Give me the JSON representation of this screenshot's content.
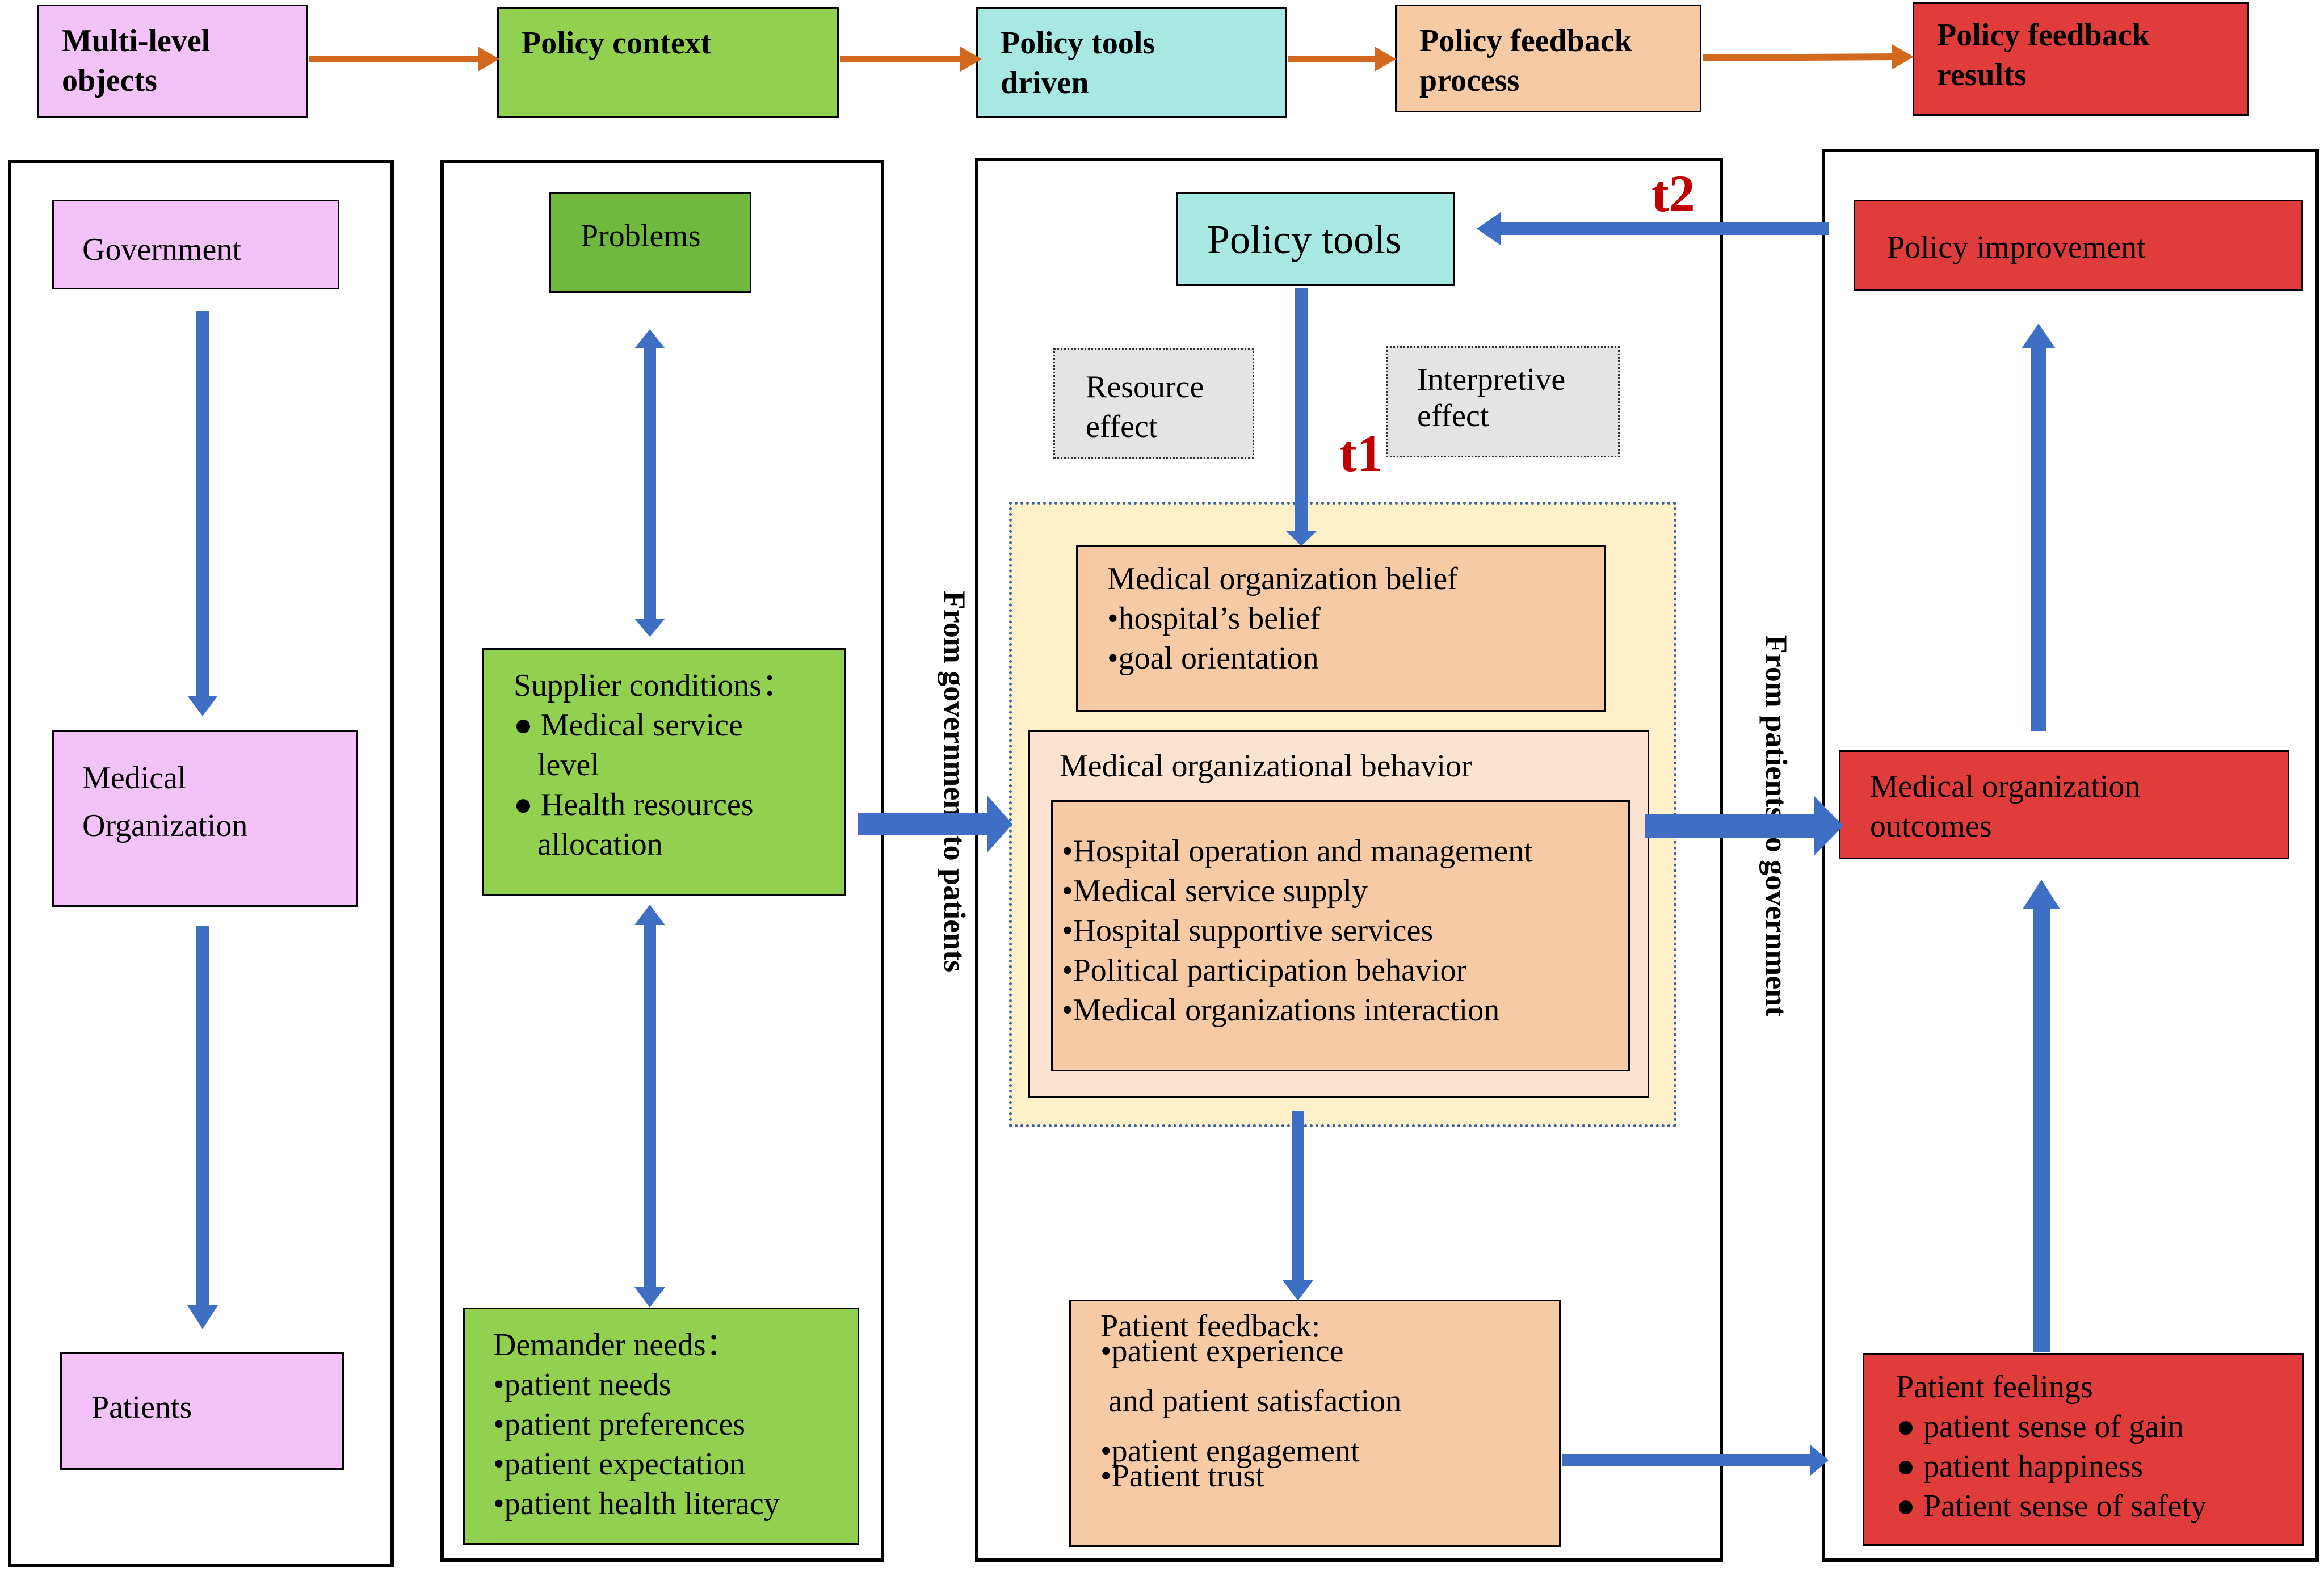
{
  "headers": [
    {
      "key": "multi_level",
      "label": "Multi-level\nobjects",
      "color": "#f3c2f8"
    },
    {
      "key": "policy_context",
      "label": "Policy context",
      "color": "#92d050"
    },
    {
      "key": "tools_driven",
      "label": "Policy tools\ndriven",
      "color": "#a8e8e2"
    },
    {
      "key": "feedback_process",
      "label": "Policy feedback\nprocess",
      "color": "#f7caa6"
    },
    {
      "key": "feedback_results",
      "label": "Policy feedback\nresults",
      "color": "#e03c3c"
    }
  ],
  "objects": {
    "government": "Government",
    "medical_org": "Medical\nOrganization",
    "patients": "Patients"
  },
  "context": {
    "problems": "Problems",
    "supplier": "Supplier conditions：\n● Medical service\n   level\n● Health resources\n   allocation",
    "demander": "Demander needs：\n•patient needs\n•patient preferences\n•patient expectation\n•patient health literacy"
  },
  "tools": {
    "policy_tools": "Policy tools",
    "resource_effect": "Resource\neffect",
    "interpretive_effect": "Interpretive\neffect",
    "t1": "t1",
    "t2": "t2",
    "belief": "Medical organization belief\n•hospital’s belief\n•goal orientation",
    "behavior_title": "Medical organizational behavior",
    "behavior_items": "•Hospital operation and management\n•Medical service supply\n•Hospital supportive services\n•Political participation behavior\n•Medical organizations interaction",
    "patient_feedback": "Patient feedback:\n•patient experience\n\n and patient satisfaction\n\n•patient engagement\n•Patient trust"
  },
  "results": {
    "policy_improvement": "Policy improvement",
    "org_outcomes": "Medical organization\noutcomes",
    "patient_feelings": "Patient feelings\n● patient sense of gain\n● patient happiness\n● Patient sense of safety"
  },
  "flows": {
    "gov_to_patients": "From government to patients",
    "patients_to_gov": "From patients to government"
  },
  "colors": {
    "arrow_blue": "#3f6fc4",
    "arrow_orange": "#d2691e",
    "t_mark": "#c00000"
  }
}
